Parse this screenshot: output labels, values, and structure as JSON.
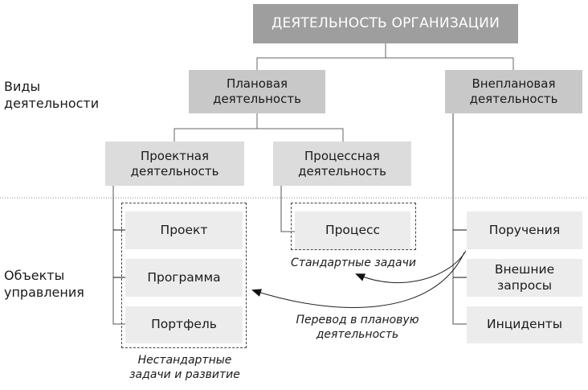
{
  "root": {
    "label": "ДЕЯТЕЛЬНОСТЬ ОРГАНИЗАЦИИ"
  },
  "row_labels": {
    "activity_types": "Виды\nдеятельности",
    "management_objects": "Объекты\nуправления"
  },
  "planned": {
    "label": "Плановая\nдеятельность"
  },
  "unplanned": {
    "label": "Внеплановая\nдеятельность"
  },
  "project_activity": {
    "label": "Проектная\nдеятельность"
  },
  "process_activity": {
    "label": "Процессная\nдеятельность"
  },
  "project_objects": [
    "Проект",
    "Программа",
    "Портфель"
  ],
  "process_objects": [
    "Процесс"
  ],
  "unplanned_objects": [
    "Поручения",
    "Внешние\nзапросы",
    "Инциденты"
  ],
  "annotations": {
    "nonstandard": "Нестандартные\nзадачи и развитие",
    "standard": "Стандартные задачи",
    "transfer": "Перевод в плановую\nдеятельность"
  },
  "colors": {
    "root_fill": "#9e9e9e",
    "level1_fill": "#c8c8c8",
    "level2_fill": "#dcdcdc",
    "object_fill": "#ececec",
    "line": "#555555"
  }
}
